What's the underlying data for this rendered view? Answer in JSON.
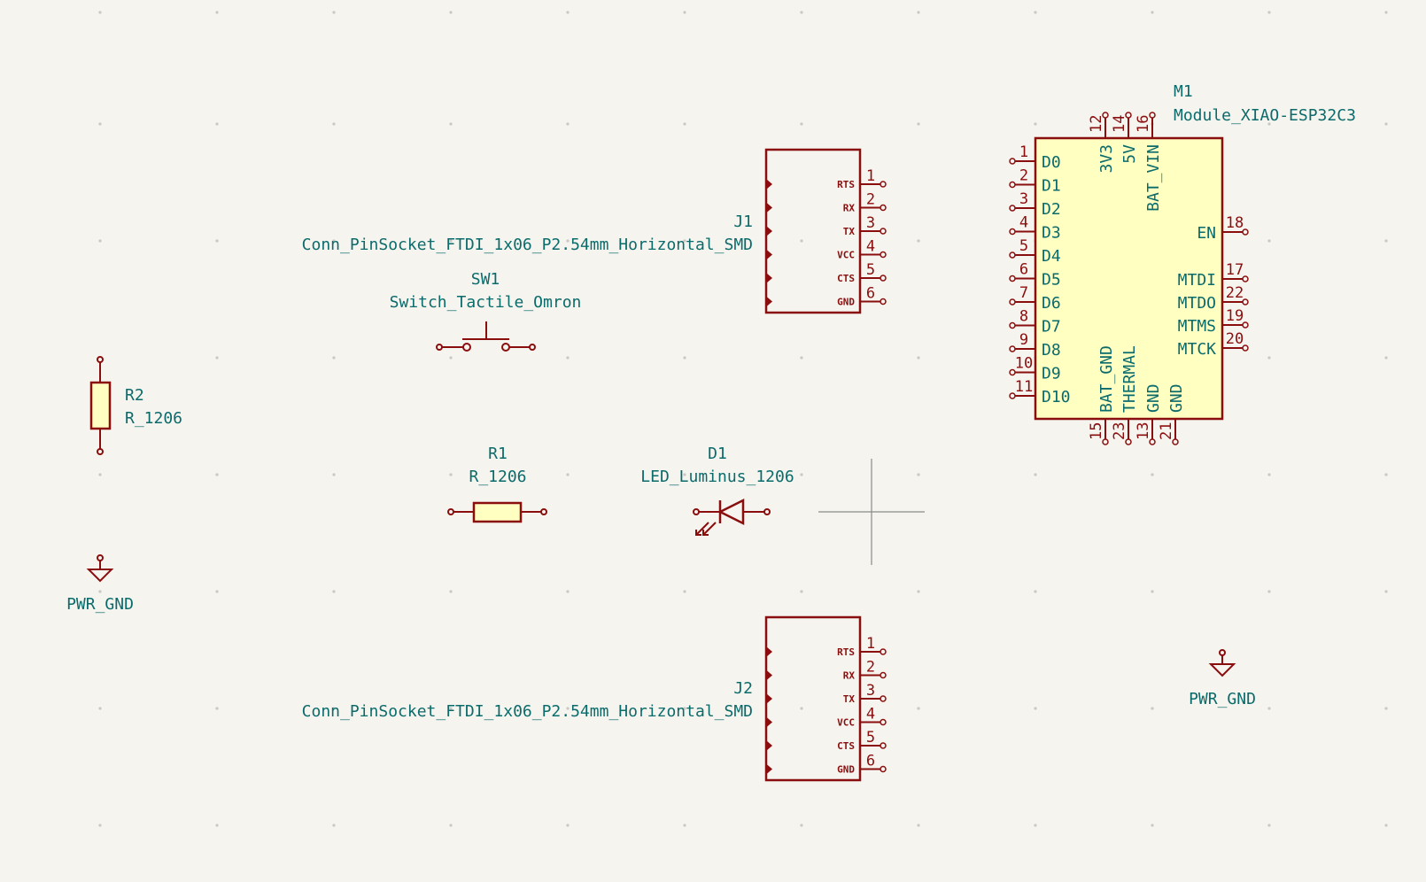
{
  "colors": {
    "background": "#f5f4ef",
    "component": "#8b0e0e",
    "body_fill": "#ffffc2",
    "label": "#0b6b6b",
    "grid_dot": "#c9c8c2",
    "cursor": "#8a8a8a"
  },
  "cursor": "crosshair",
  "j1": {
    "reference": "J1",
    "value": "Conn_PinSocket_FTDI_1x06_P2.54mm_Horizontal_SMD",
    "pins": [
      {
        "number": "1",
        "name": "RTS"
      },
      {
        "number": "2",
        "name": "RX"
      },
      {
        "number": "3",
        "name": "TX"
      },
      {
        "number": "4",
        "name": "VCC"
      },
      {
        "number": "5",
        "name": "CTS"
      },
      {
        "number": "6",
        "name": "GND"
      }
    ]
  },
  "j2": {
    "reference": "J2",
    "value": "Conn_PinSocket_FTDI_1x06_P2.54mm_Horizontal_SMD",
    "pins": [
      {
        "number": "1",
        "name": "RTS"
      },
      {
        "number": "2",
        "name": "RX"
      },
      {
        "number": "3",
        "name": "TX"
      },
      {
        "number": "4",
        "name": "VCC"
      },
      {
        "number": "5",
        "name": "CTS"
      },
      {
        "number": "6",
        "name": "GND"
      }
    ]
  },
  "sw1": {
    "reference": "SW1",
    "value": "Switch_Tactile_Omron"
  },
  "r1": {
    "reference": "R1",
    "value": "R_1206"
  },
  "r2": {
    "reference": "R2",
    "value": "R_1206"
  },
  "d1": {
    "reference": "D1",
    "value": "LED_Luminus_1206"
  },
  "pwr_left": {
    "label": "PWR_GND"
  },
  "pwr_right": {
    "label": "PWR_GND"
  },
  "m1": {
    "reference": "M1",
    "value": "Module_XIAO-ESP32C3",
    "left_pins": [
      {
        "number": "1",
        "name": "D0"
      },
      {
        "number": "2",
        "name": "D1"
      },
      {
        "number": "3",
        "name": "D2"
      },
      {
        "number": "4",
        "name": "D3"
      },
      {
        "number": "5",
        "name": "D4"
      },
      {
        "number": "6",
        "name": "D5"
      },
      {
        "number": "7",
        "name": "D6"
      },
      {
        "number": "8",
        "name": "D7"
      },
      {
        "number": "9",
        "name": "D8"
      },
      {
        "number": "10",
        "name": "D9"
      },
      {
        "number": "11",
        "name": "D10"
      }
    ],
    "right_pins": [
      {
        "number": "18",
        "name": "EN"
      },
      {
        "number": "17",
        "name": "MTDI"
      },
      {
        "number": "22",
        "name": "MTDO"
      },
      {
        "number": "19",
        "name": "MTMS"
      },
      {
        "number": "20",
        "name": "MTCK"
      }
    ],
    "top_pins": [
      {
        "number": "12",
        "name": "3V3"
      },
      {
        "number": "14",
        "name": "5V"
      },
      {
        "number": "16",
        "name": "BAT_VIN"
      }
    ],
    "bottom_pins": [
      {
        "number": "15",
        "name": "BAT_GND"
      },
      {
        "number": "23",
        "name": "THERMAL"
      },
      {
        "number": "13",
        "name": "GND"
      },
      {
        "number": "21",
        "name": "GND"
      }
    ]
  }
}
